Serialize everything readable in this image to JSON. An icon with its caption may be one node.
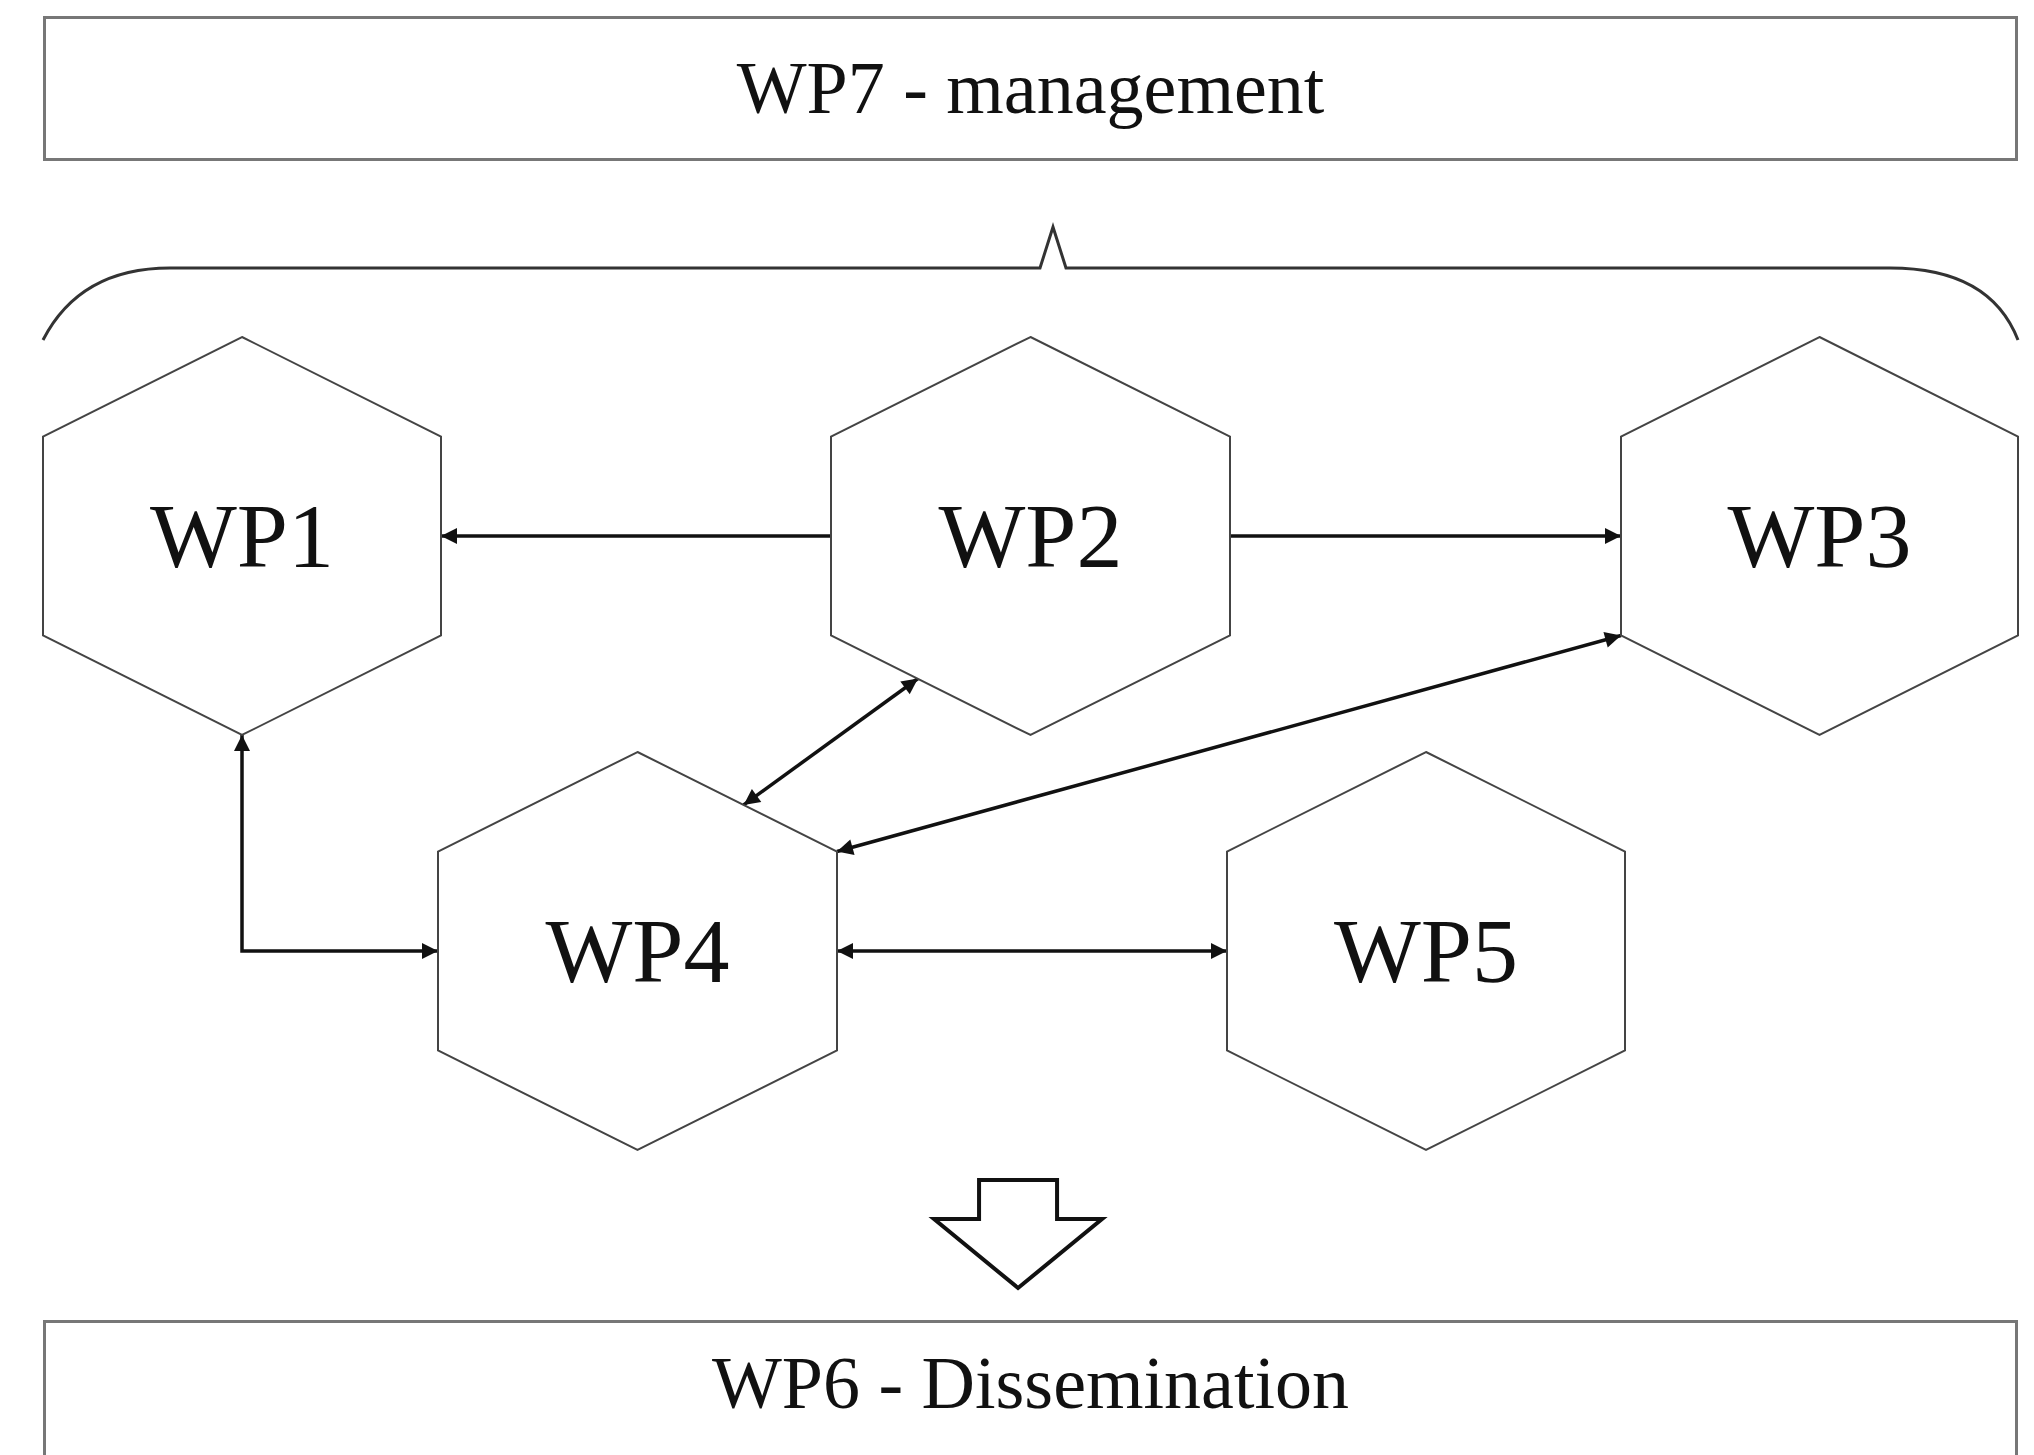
{
  "diagram": {
    "nodes": [
      {
        "text": [
          "WP7 - management"
        ]
      },
      {
        "text": [
          "WP1"
        ]
      },
      {
        "text": [
          "WP2"
        ]
      },
      {
        "text": [
          "WP3"
        ]
      },
      {
        "text": [
          "WP4"
        ]
      },
      {
        "text": [
          "WP5"
        ]
      },
      {
        "text": [
          "WP6 - Dissemination"
        ]
      }
    ],
    "edges": [
      {
        "from": 2,
        "to": 1,
        "arrow": "to"
      },
      {
        "from": 2,
        "to": 3,
        "arrow": "to"
      },
      {
        "from": 2,
        "to": 4,
        "arrow": "both"
      },
      {
        "from": 3,
        "to": 4,
        "arrow": "both"
      },
      {
        "from": 1,
        "to": 4,
        "arrow": "both"
      },
      {
        "from": 4,
        "to": 5,
        "arrow": "both"
      },
      {
        "from": null,
        "to": 6,
        "arrow": "to",
        "style": "thick"
      }
    ]
  }
}
